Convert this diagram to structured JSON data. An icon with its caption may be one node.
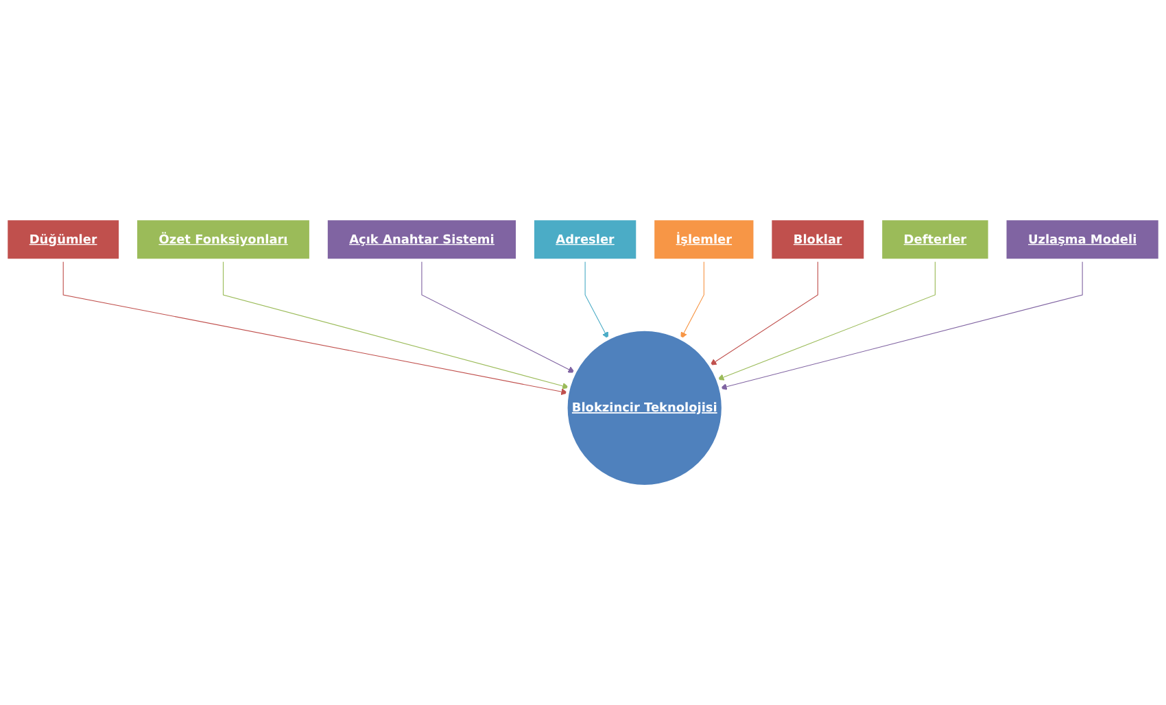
{
  "diagram": {
    "nodes": [
      {
        "text": [
          "Düğümler"
        ]
      },
      {
        "text": [
          "Özet Fonksiyonları"
        ]
      },
      {
        "text": [
          "Açık Anahtar Sistemi"
        ]
      },
      {
        "text": [
          "Adresler"
        ]
      },
      {
        "text": [
          "İşlemler"
        ]
      },
      {
        "text": [
          "Bloklar"
        ]
      },
      {
        "text": [
          "Defterler"
        ]
      },
      {
        "text": [
          "Uzlaşma Modeli"
        ]
      },
      {
        "text": [
          "Blokzincir Teknolojisi"
        ]
      }
    ],
    "edges": [
      {
        "from": 0,
        "to": 8,
        "arrow": "to",
        "color": "#c0504d"
      },
      {
        "from": 1,
        "to": 8,
        "arrow": "to",
        "color": "#9bbb59"
      },
      {
        "from": 2,
        "to": 8,
        "arrow": "to",
        "color": "#8064a2"
      },
      {
        "from": 3,
        "to": 8,
        "arrow": "to",
        "color": "#4bacc6"
      },
      {
        "from": 4,
        "to": 8,
        "arrow": "to",
        "color": "#f79646"
      },
      {
        "from": 5,
        "to": 8,
        "arrow": "to",
        "color": "#c0504d"
      },
      {
        "from": 6,
        "to": 8,
        "arrow": "to",
        "color": "#9bbb59"
      },
      {
        "from": 7,
        "to": 8,
        "arrow": "to",
        "color": "#8064a2"
      }
    ]
  }
}
